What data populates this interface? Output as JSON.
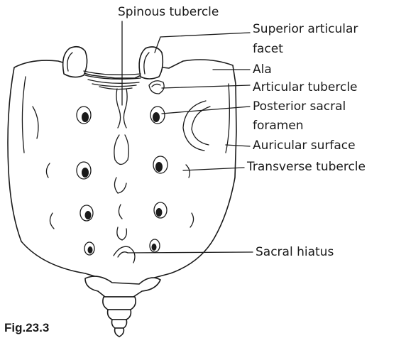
{
  "labels": {
    "spinous_tubercle": "Spinous tubercle",
    "superior_articular_facet_line1": "Superior articular",
    "superior_articular_facet_line2": "facet",
    "ala": "Ala",
    "articular_tubercle": "Articular tubercle",
    "posterior_sacral_foramen_line1": "Posterior sacral",
    "posterior_sacral_foramen_line2": "foramen",
    "auricular_surface": "Auricular surface",
    "transverse_tubercle": "Transverse tubercle",
    "sacral_hiatus": "Sacral hiatus"
  },
  "caption": "Fig.23.3"
}
